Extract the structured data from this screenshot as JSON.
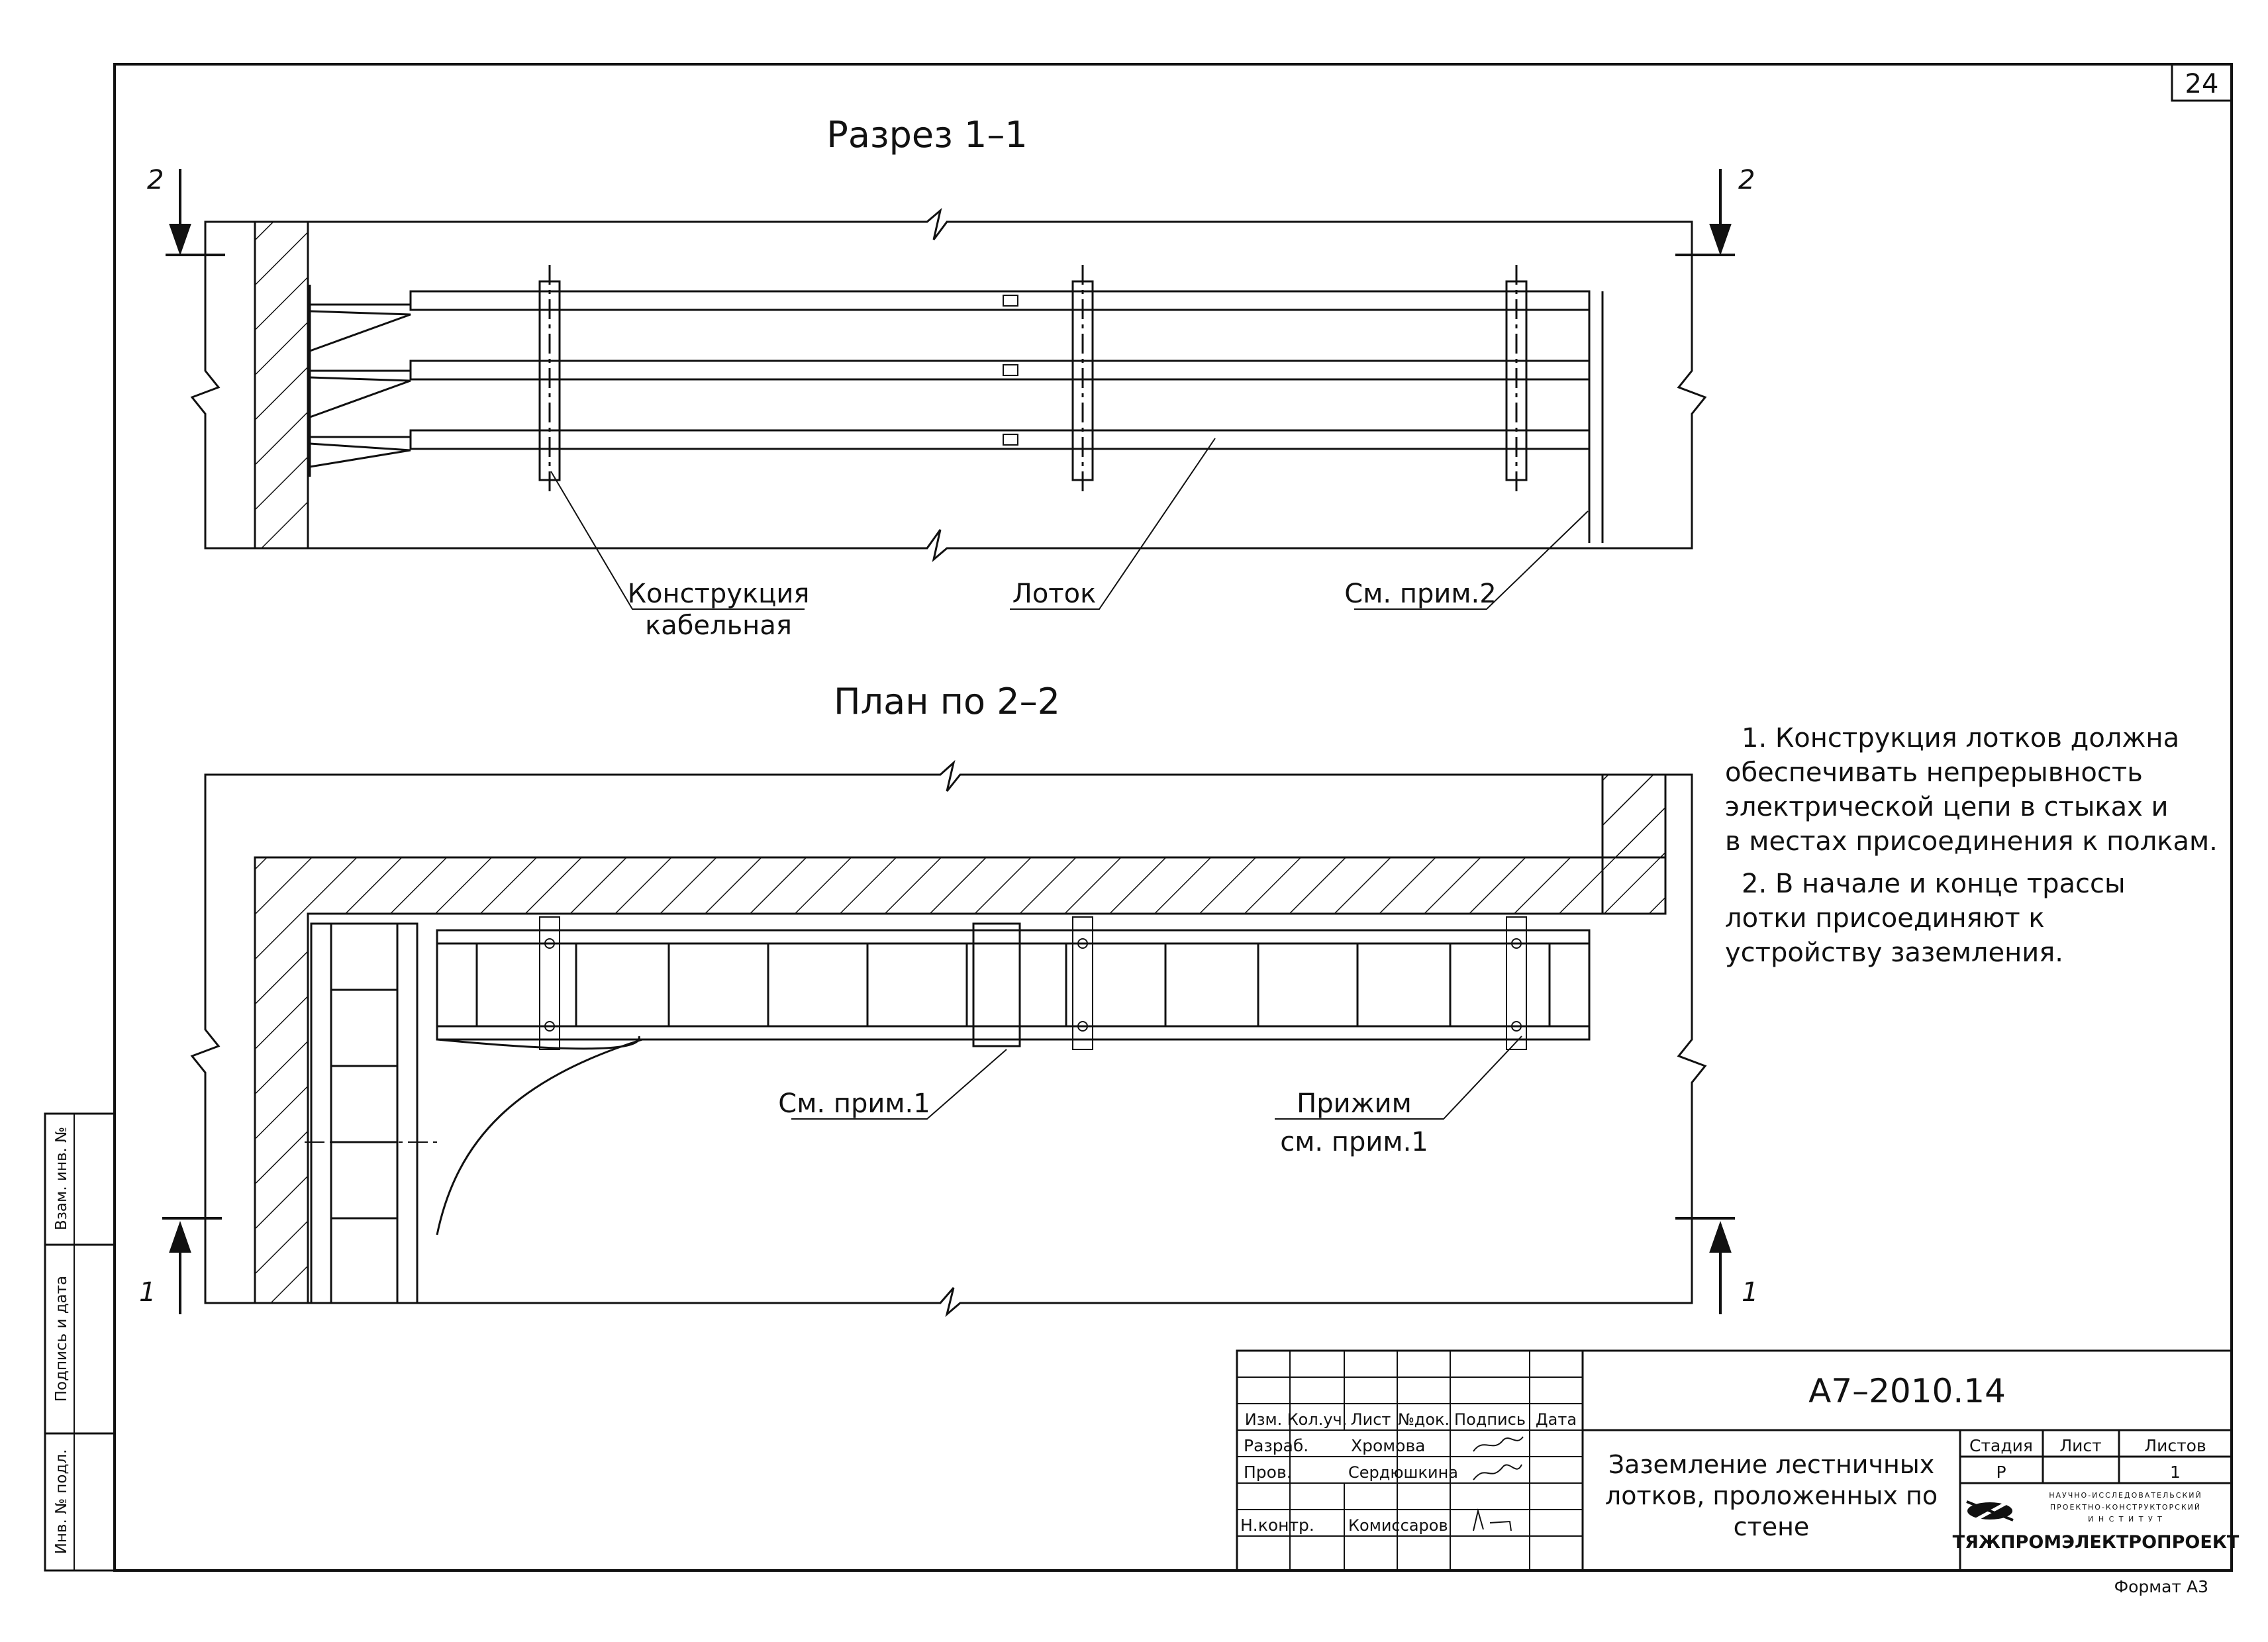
{
  "sheet": {
    "number": "24",
    "format_label": "Формат А3"
  },
  "section": {
    "title": "Разрез 1–1",
    "cut_marks": [
      "2",
      "2"
    ],
    "callouts": {
      "construction_line1": "Конструкция",
      "construction_line2": "кабельная",
      "tray": "Лоток",
      "note2_ref": "См. прим.2"
    }
  },
  "plan": {
    "title": "План по 2–2",
    "cut_marks": [
      "1",
      "1"
    ],
    "callouts": {
      "note1_ref": "См. прим.1",
      "clamp": "Прижим",
      "clamp_ref": "см. прим.1"
    }
  },
  "notes": {
    "note1": [
      "1. Конструкция лотков должна",
      "обеспечивать непрерывность",
      "электрической цепи в стыках и",
      "в местах присоединения к полкам."
    ],
    "note2": [
      "2. В начале и конце трассы",
      "лотки присоединяют к",
      "устройству заземления."
    ]
  },
  "side_stamp": {
    "vzam": "Взам. инв. №",
    "podpis": "Подпись и дата",
    "inv": "Инв. № подл."
  },
  "title_block": {
    "code": "А7–2010.14",
    "headers": [
      "Изм.",
      "Кол.уч.",
      "Лист",
      "№док.",
      "Подпись",
      "Дата"
    ],
    "rows": [
      {
        "role": "Разраб.",
        "name": "Хромова"
      },
      {
        "role": "Пров.",
        "name": "Сердюшкина"
      },
      {
        "role": "Н.контр.",
        "name": "Комиссаров"
      }
    ],
    "doc_name": [
      "Заземление лестничных",
      "лотков, проложенных по",
      "стене"
    ],
    "stage_header": "Стадия",
    "sheet_header": "Лист",
    "sheets_header": "Листов",
    "stage": "Р",
    "sheets": "1",
    "org_line1": "НАУЧНО-ИССЛЕДОВАТЕЛЬСКИЙ",
    "org_line2": "ПРОЕКТНО-КОНСТРУКТОРСКИЙ",
    "org_line3": "И Н С Т И Т У Т",
    "org_name": "ТЯЖПРОМЭЛЕКТРОПРОЕКТ"
  }
}
